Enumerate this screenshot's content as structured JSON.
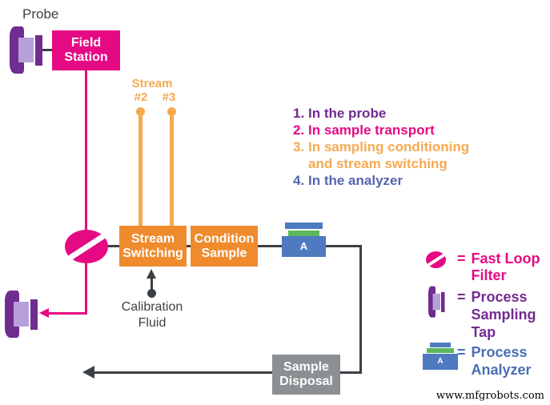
{
  "diagram": {
    "probe_label": "Probe",
    "field_station": "Field Station",
    "stream_label": "Stream",
    "stream2": "#2",
    "stream3": "#3",
    "stream_switching": "Stream Switching",
    "condition_sample": "Condition Sample",
    "analyzer_letter": "A",
    "calibration_fluid": "Calibration Fluid",
    "sample_disposal": "Sample Disposal"
  },
  "failure_points": {
    "items": [
      {
        "number": "1.",
        "lines": [
          "In the probe"
        ],
        "color": "#6E2B91"
      },
      {
        "number": "2.",
        "lines": [
          "In sample transport"
        ],
        "color": "#E60984"
      },
      {
        "number": "3.",
        "lines": [
          "In sampling conditioning",
          "and stream switching"
        ],
        "color": "#F6A94F"
      },
      {
        "number": "4.",
        "lines": [
          "In the analyzer"
        ],
        "color": "#5465AE"
      }
    ]
  },
  "legend": {
    "equals": "=",
    "items": [
      {
        "icon": "fast-loop-filter-icon",
        "lines": [
          "Fast Loop",
          "Filter"
        ],
        "color": "#E60984"
      },
      {
        "icon": "process-sampling-tap-icon",
        "lines": [
          "Process",
          "Sampling",
          "Tap"
        ],
        "color": "#732B90"
      },
      {
        "icon": "process-analyzer-icon",
        "lines": [
          "Process",
          "Analyzer"
        ],
        "color": "#4C6FB4"
      }
    ]
  },
  "watermark": "www.mfgrobots.com",
  "colors": {
    "magenta": "#E60984",
    "purple_dark": "#702C8F",
    "purple_light": "#B7A0D9",
    "orange_box": "#EF8B2D",
    "orange_light": "#F6A94F",
    "blue_icon": "#4E7ABF",
    "green": "#5CB85C",
    "dark_line": "#3B4045",
    "gray_box": "#8D9093",
    "text_dark": "#414042"
  }
}
